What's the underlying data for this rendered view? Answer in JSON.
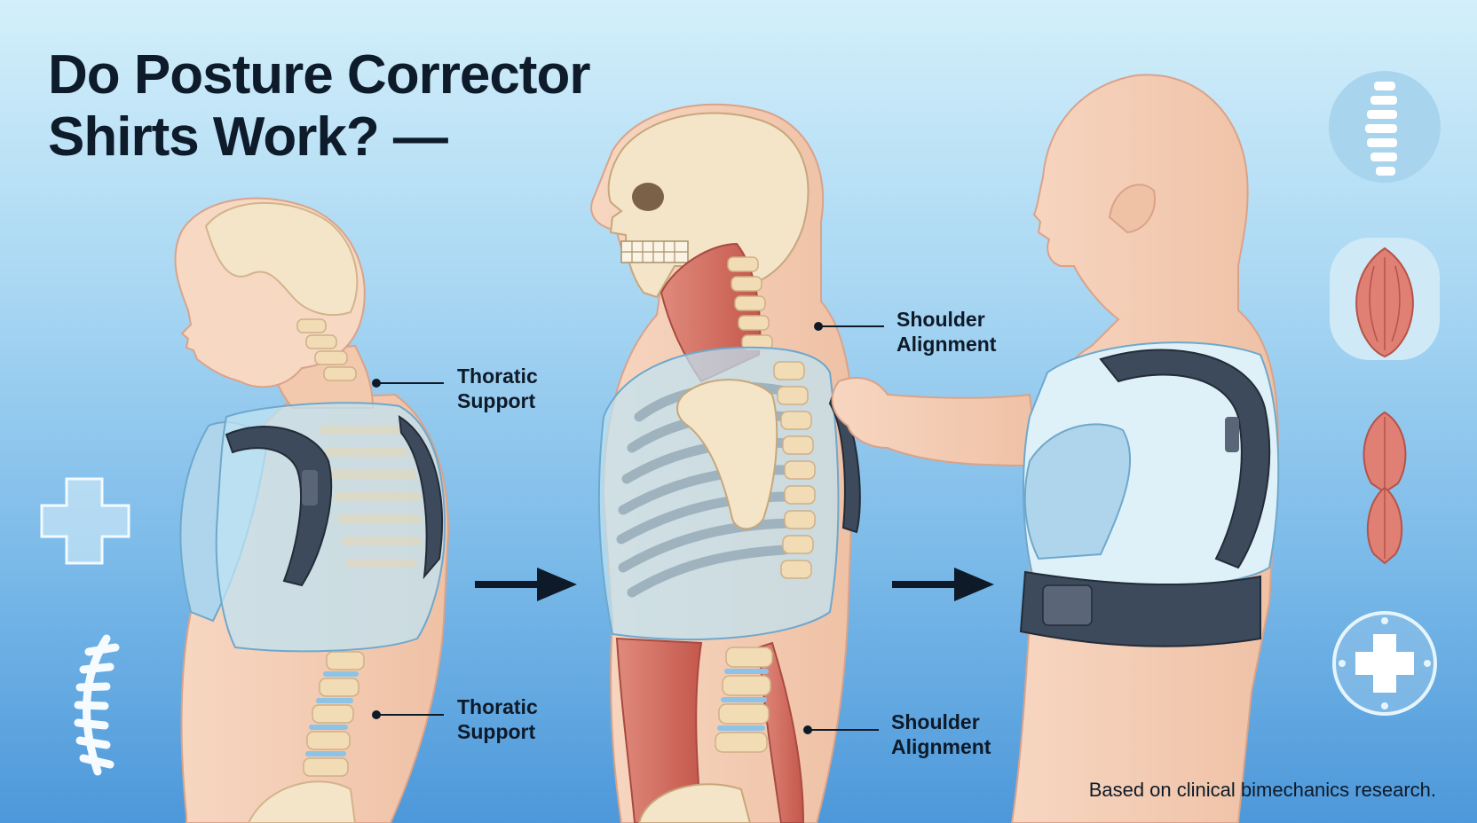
{
  "title": {
    "line1": "Do Posture Corrector",
    "line2": "Shirts Work? —"
  },
  "callouts": [
    {
      "line1": "Thoratic",
      "line2": "Support"
    },
    {
      "line1": "Thoratic",
      "line2": "Support"
    },
    {
      "line1": "Shoulder",
      "line2": "Alignment"
    },
    {
      "line1": "Shoulder",
      "line2": "Alignment"
    }
  ],
  "footnote": "Based on clinical bimechanics research.",
  "colors": {
    "background_top": "#d3effa",
    "background_bottom": "#4d98da",
    "skin": "#f4cdb4",
    "bone": "#f5e3c2",
    "muscle": "#d9766a",
    "shirt": "#bfe3f3",
    "brace": "#3d4a5c",
    "text": "#0d1b2a"
  },
  "icons": [
    "spine-icon",
    "muscle-icon",
    "muscle-pair-icon",
    "medical-cross-circle-icon",
    "medical-cross-icon",
    "spine-curve-icon",
    "arrow-right-icon"
  ]
}
